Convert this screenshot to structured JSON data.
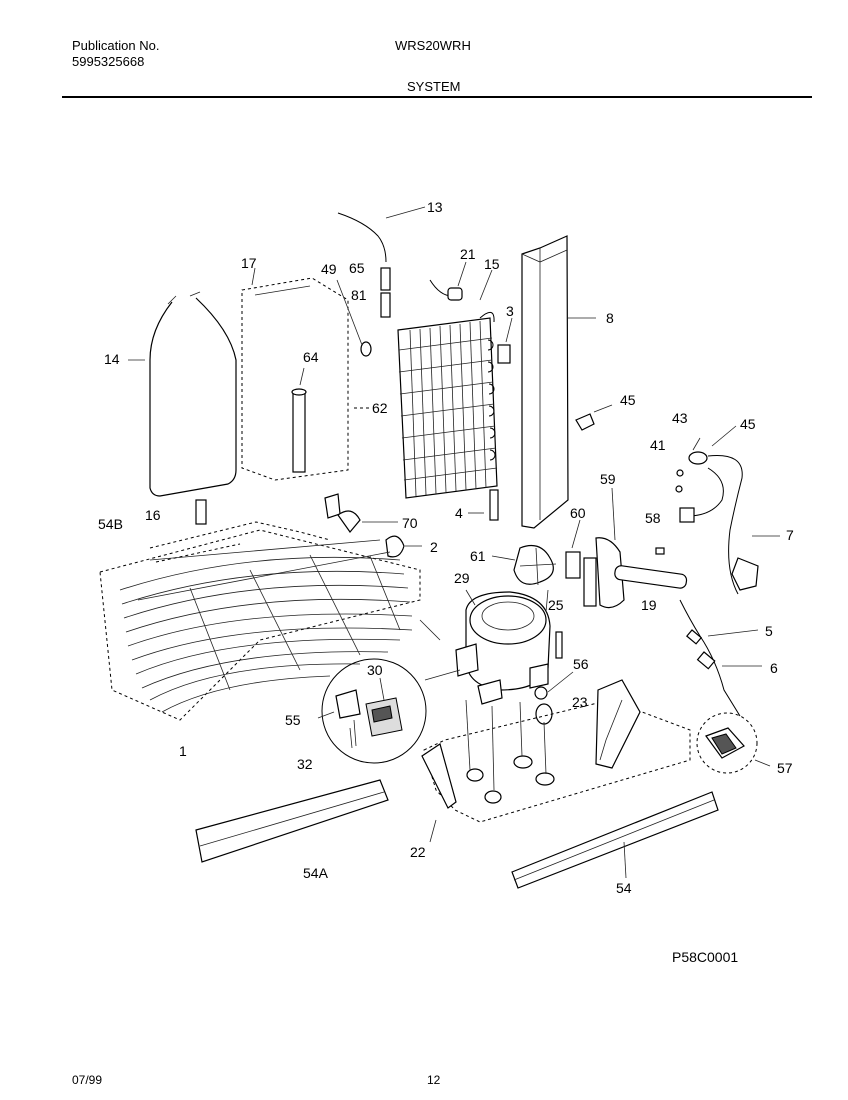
{
  "header": {
    "publication_label": "Publication No.",
    "publication_number": "5995325668",
    "model": "WRS20WRH",
    "section": "SYSTEM"
  },
  "callouts": [
    "13",
    "17",
    "49",
    "65",
    "21",
    "15",
    "81",
    "3",
    "8",
    "14",
    "64",
    "62",
    "45",
    "43",
    "45",
    "41",
    "59",
    "7",
    "16",
    "54B",
    "70",
    "4",
    "60",
    "58",
    "2",
    "61",
    "29",
    "25",
    "19",
    "5",
    "30",
    "56",
    "6",
    "55",
    "23",
    "1",
    "32",
    "57",
    "22",
    "54A",
    "54"
  ],
  "figure_code": "P58C0001",
  "footer": {
    "date": "07/99",
    "page": "12"
  }
}
